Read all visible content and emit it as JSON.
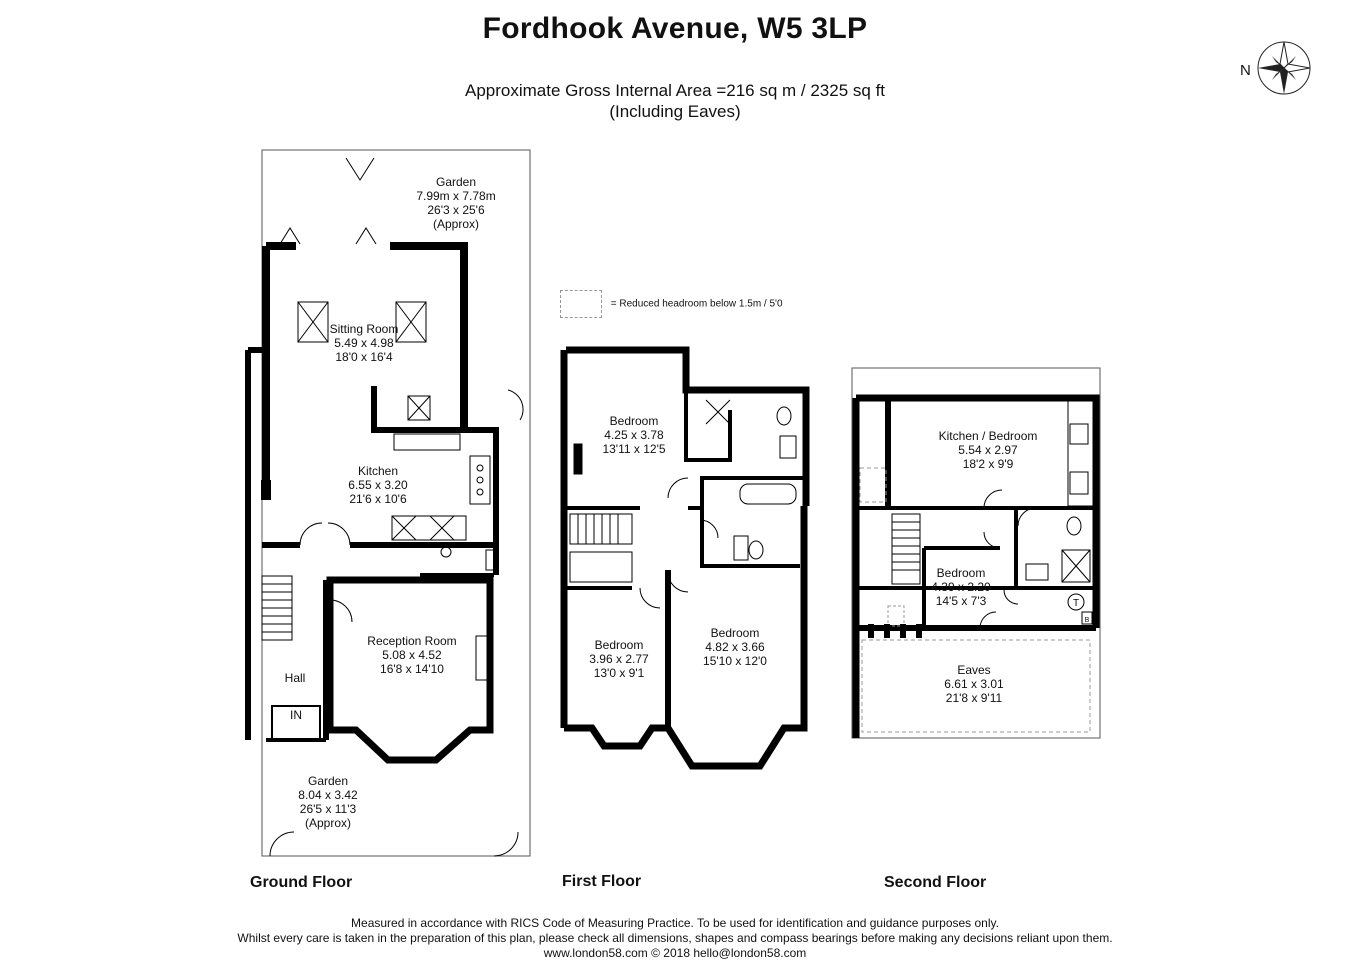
{
  "header": {
    "title": "Fordhook Avenue, W5 3LP",
    "area_line": "Approximate Gross Internal Area =216 sq m / 2325 sq ft",
    "area_note": "(Including Eaves)"
  },
  "compass": {
    "label": "N"
  },
  "legend": {
    "text": "= Reduced headroom below 1.5m / 5'0"
  },
  "floors": {
    "ground": "Ground Floor",
    "first": "First Floor",
    "second": "Second Floor"
  },
  "rooms": {
    "garden_rear": {
      "name": "Garden",
      "metric": "7.99m x 7.78m",
      "imperial": "26'3 x 25'6",
      "note": "(Approx)"
    },
    "sitting": {
      "name": "Sitting Room",
      "metric": "5.49 x 4.98",
      "imperial": "18'0 x 16'4"
    },
    "kitchen": {
      "name": "Kitchen",
      "metric": "6.55 x 3.20",
      "imperial": "21'6 x 10'6"
    },
    "reception": {
      "name": "Reception Room",
      "metric": "5.08 x 4.52",
      "imperial": "16'8 x 14'10"
    },
    "hall": {
      "name": "Hall"
    },
    "in": {
      "name": "IN"
    },
    "garden_front": {
      "name": "Garden",
      "metric": "8.04 x 3.42",
      "imperial": "26'5 x 11'3",
      "note": "(Approx)"
    },
    "bed1": {
      "name": "Bedroom",
      "metric": "4.25 x 3.78",
      "imperial": "13'11 x 12'5"
    },
    "bed2": {
      "name": "Bedroom",
      "metric": "3.96 x 2.77",
      "imperial": "13'0 x 9'1"
    },
    "bed3": {
      "name": "Bedroom",
      "metric": "4.82 x 3.66",
      "imperial": "15'10 x 12'0"
    },
    "kitchen_bed": {
      "name": "Kitchen / Bedroom",
      "metric": "5.54 x 2.97",
      "imperial": "18'2 x 9'9"
    },
    "bed4": {
      "name": "Bedroom",
      "metric": "4.39 x 2.20",
      "imperial": "14'5 x 7'3"
    },
    "eaves": {
      "name": "Eaves",
      "metric": "6.61 x 3.01",
      "imperial": "21'8 x 9'11"
    },
    "tank": {
      "name": "T"
    },
    "boiler": {
      "name": "B"
    }
  },
  "footer": {
    "line1": "Measured in accordance with RICS Code of Measuring Practice. To be used for identification and guidance purposes only.",
    "line2": "Whilst every care is taken in the preparation of this plan, please check all dimensions, shapes and compass bearings before making any decisions reliant upon them.",
    "line3": "www.london58.com © 2018 hello@london58.com"
  }
}
